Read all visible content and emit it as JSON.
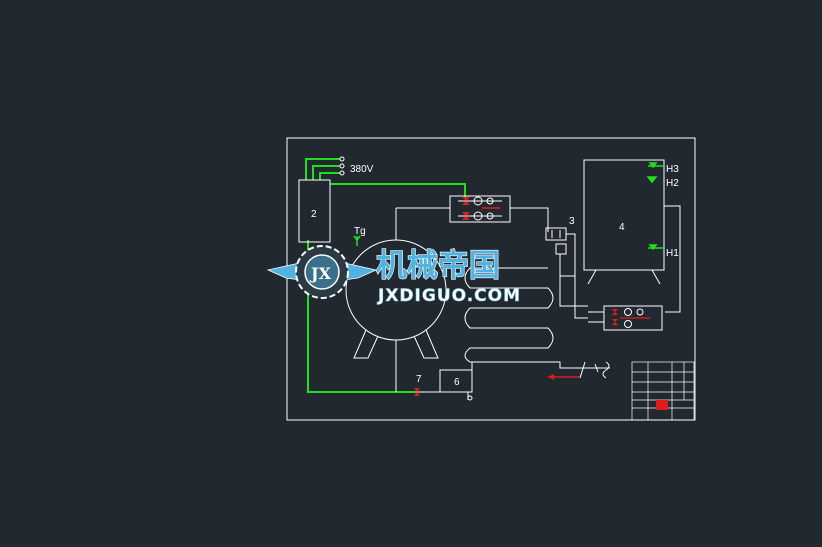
{
  "diagram": {
    "labels": {
      "voltage": "380V",
      "sensor": "Tg",
      "unit_2": "2",
      "unit_3": "3",
      "unit_4": "4",
      "unit_6": "6",
      "unit_7": "7",
      "level_h1": "H1",
      "level_h2": "H2",
      "level_h3": "H3"
    },
    "colors": {
      "background": "#212830",
      "line": "#ffffff",
      "power_line": "#22dd22",
      "valve": "#e01c1c",
      "title_block_accent": "#e01c1c"
    }
  },
  "watermark": {
    "cn_text": "机械帝国",
    "en_text": "JXDIGUO.COM",
    "logo_text": "JX"
  }
}
